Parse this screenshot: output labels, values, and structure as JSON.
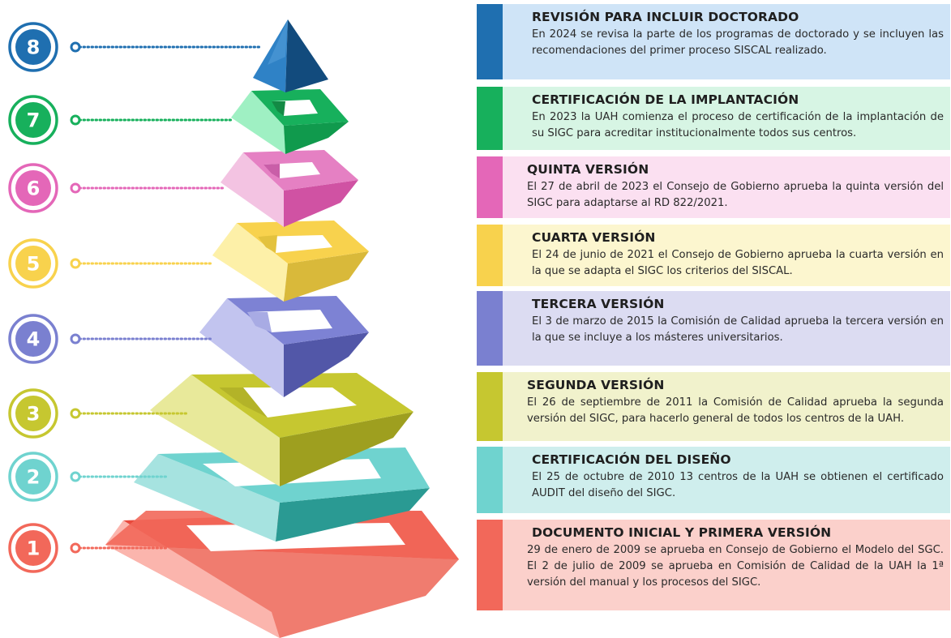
{
  "steps": [
    {
      "num": "8",
      "title": "REVISIÓN PARA INCLUIR DOCTORADO",
      "text": "En 2024 se revisa la parte de los programas de doctorado y se incluyen las recomendaciones del primer proceso SISCAL realizado.",
      "color": "#1f6fb0",
      "bg": "#cfe4f7"
    },
    {
      "num": "7",
      "title": "CERTIFICACIÓN DE LA IMPLANTACIÓN",
      "text": "En 2023 la UAH comienza el proceso de certificación de la implantación de su SIGC para acreditar institucionalmente todos sus centros.",
      "color": "#17b05c",
      "bg": "#d7f5e4"
    },
    {
      "num": "6",
      "title": "QUINTA VERSIÓN",
      "text": "El 27 de abril de 2023 el Consejo de Gobierno aprueba la quinta versión del SIGC para adaptarse al RD 822/2021.",
      "color": "#e467b8",
      "bg": "#fbe0f1"
    },
    {
      "num": "5",
      "title": "CUARTA VERSIÓN",
      "text": "El 24 de junio de 2021 el Consejo de Gobierno aprueba la cuarta versión en la que se adapta el SIGC los criterios del SISCAL.",
      "color": "#f8d24d",
      "bg": "#fcf6cf"
    },
    {
      "num": "4",
      "title": "TERCERA VERSIÓN",
      "text": "El 3 de marzo de 2015 la Comisión de Calidad aprueba la tercera versión en la que se incluye a los másteres universitarios.",
      "color": "#7a80d0",
      "bg": "#dcdcf2"
    },
    {
      "num": "3",
      "title": "SEGUNDA VERSIÓN",
      "text": "El 26 de septiembre de 2011 la Comisión de Calidad aprueba la segunda versión del SIGC, para hacerlo general de todos los centros de la UAH.",
      "color": "#c6c730",
      "bg": "#f1f2cc"
    },
    {
      "num": "2",
      "title": "CERTIFICACIÓN DEL DISEÑO",
      "text": "El 25 de octubre de 2010 13 centros de la UAH se obtienen el certificado AUDIT del diseño del SIGC.",
      "color": "#6fd3cf",
      "bg": "#cfeeed"
    },
    {
      "num": "1",
      "title": "DOCUMENTO INICIAL Y PRIMERA VERSIÓN",
      "text": "29 de enero de 2009 se aprueba en Consejo de Gobierno el Modelo del SGC.  El 2 de julio de 2009 se aprueba en Comisión de Calidad de la UAH la 1ª versión del manual y los procesos del SIGC.",
      "color": "#f2685a",
      "bg": "#fbd0cb"
    }
  ]
}
